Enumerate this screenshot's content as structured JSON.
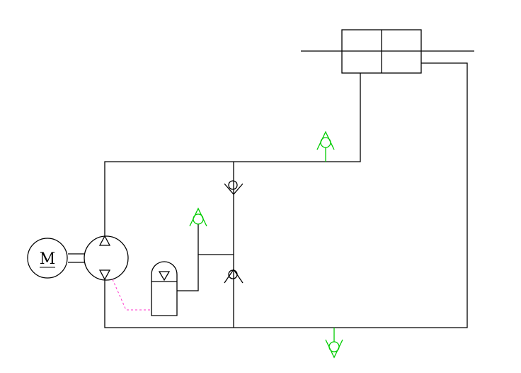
{
  "motor": {
    "label": "M"
  },
  "colors": {
    "lines": "#000000",
    "gauge_symbols": "#00cc00",
    "drain_line": "#ff33cc",
    "background": "#ffffff"
  },
  "components": [
    "electric-motor",
    "hydraulic-pump",
    "accumulator",
    "check-valve-upper",
    "check-valve-lower",
    "pressure-gauge-top",
    "pressure-gauge-middle",
    "pressure-gauge-bottom",
    "double-acting-cylinder"
  ]
}
